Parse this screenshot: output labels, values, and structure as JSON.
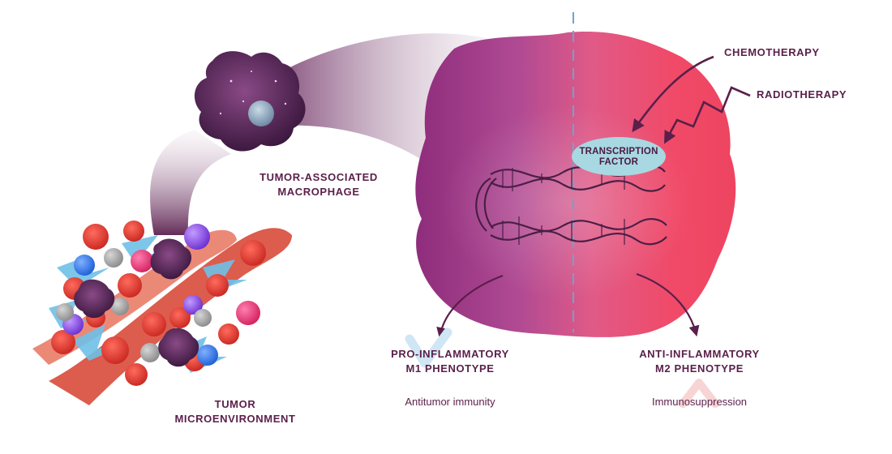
{
  "labels": {
    "tam": [
      "TUMOR-ASSOCIATED",
      "MACROPHAGE"
    ],
    "tme": [
      "TUMOR",
      "MICROENVIRONMENT"
    ],
    "chemotherapy": "CHEMOTHERAPY",
    "radiotherapy": "RADIOTHERAPY",
    "transcription_factor": [
      "TRANSCRIPTION",
      "FACTOR"
    ],
    "m1": [
      "PRO-INFLAMMATORY",
      "M1 PHENOTYPE"
    ],
    "m1_effect": "Antitumor immunity",
    "m2": [
      "ANTI-INFLAMMATORY",
      "M2 PHENOTYPE"
    ],
    "m2_effect": "Immunosuppression"
  },
  "colors": {
    "text": "#5a1f4a",
    "m1_side": "#9a2f7f",
    "m2_side": "#ee4560",
    "transcription_factor_fill": "#a8d8e2",
    "check_mark": "#cfe6f5",
    "caret_mark": "#f8d4d4"
  },
  "icons": {
    "macrophage": "macrophage-cell-icon",
    "dna": "dna-double-helix-icon",
    "blood_vessel": "blood-vessel-icon",
    "radiation": "lightning-bolt-icon",
    "m1_mark": "check-mark-icon",
    "m2_mark": "caret-up-icon"
  }
}
